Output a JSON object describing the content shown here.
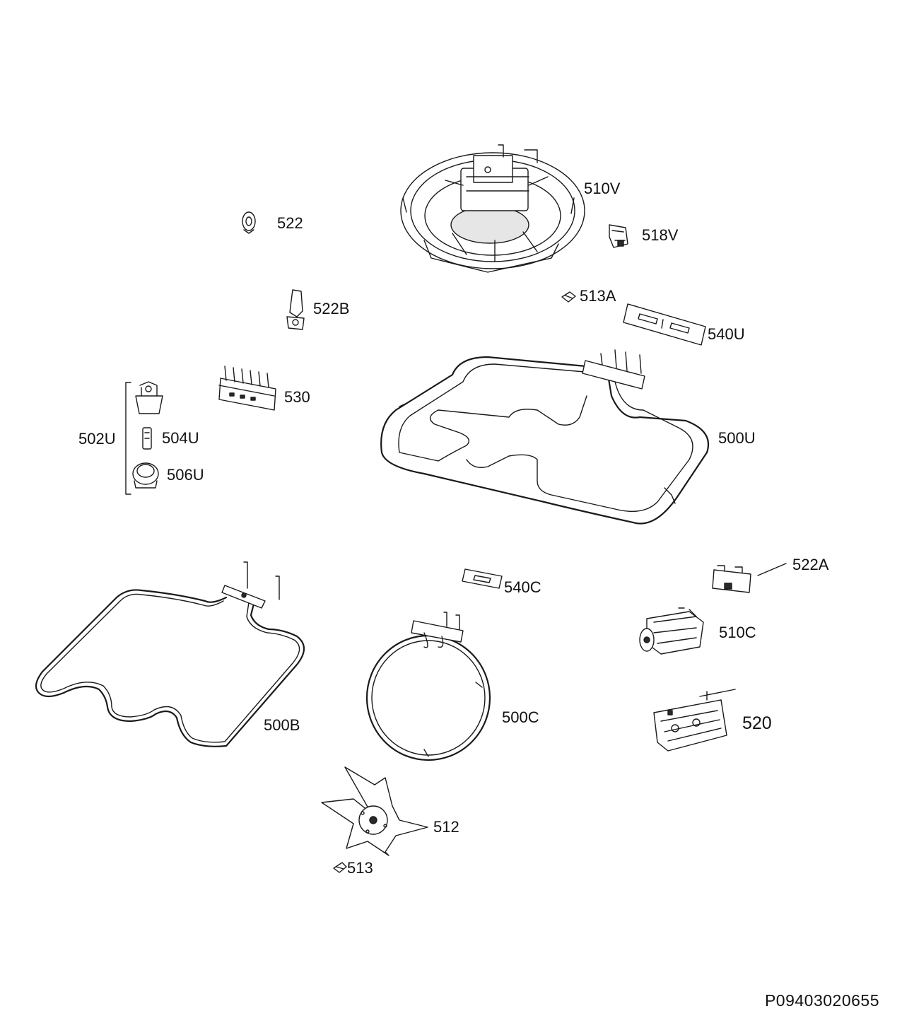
{
  "labels": {
    "p522": "522",
    "p510V": "510V",
    "p518V": "518V",
    "p513A": "513A",
    "p522B": "522B",
    "p540U": "540U",
    "p530": "530",
    "p502U": "502U",
    "p504U": "504U",
    "p506U": "506U",
    "p500U": "500U",
    "p522A": "522A",
    "p540C": "540C",
    "p510C": "510C",
    "p500B": "500B",
    "p500C": "500C",
    "p520": "520",
    "p512": "512",
    "p513": "513"
  },
  "document_id": "P09403020655"
}
